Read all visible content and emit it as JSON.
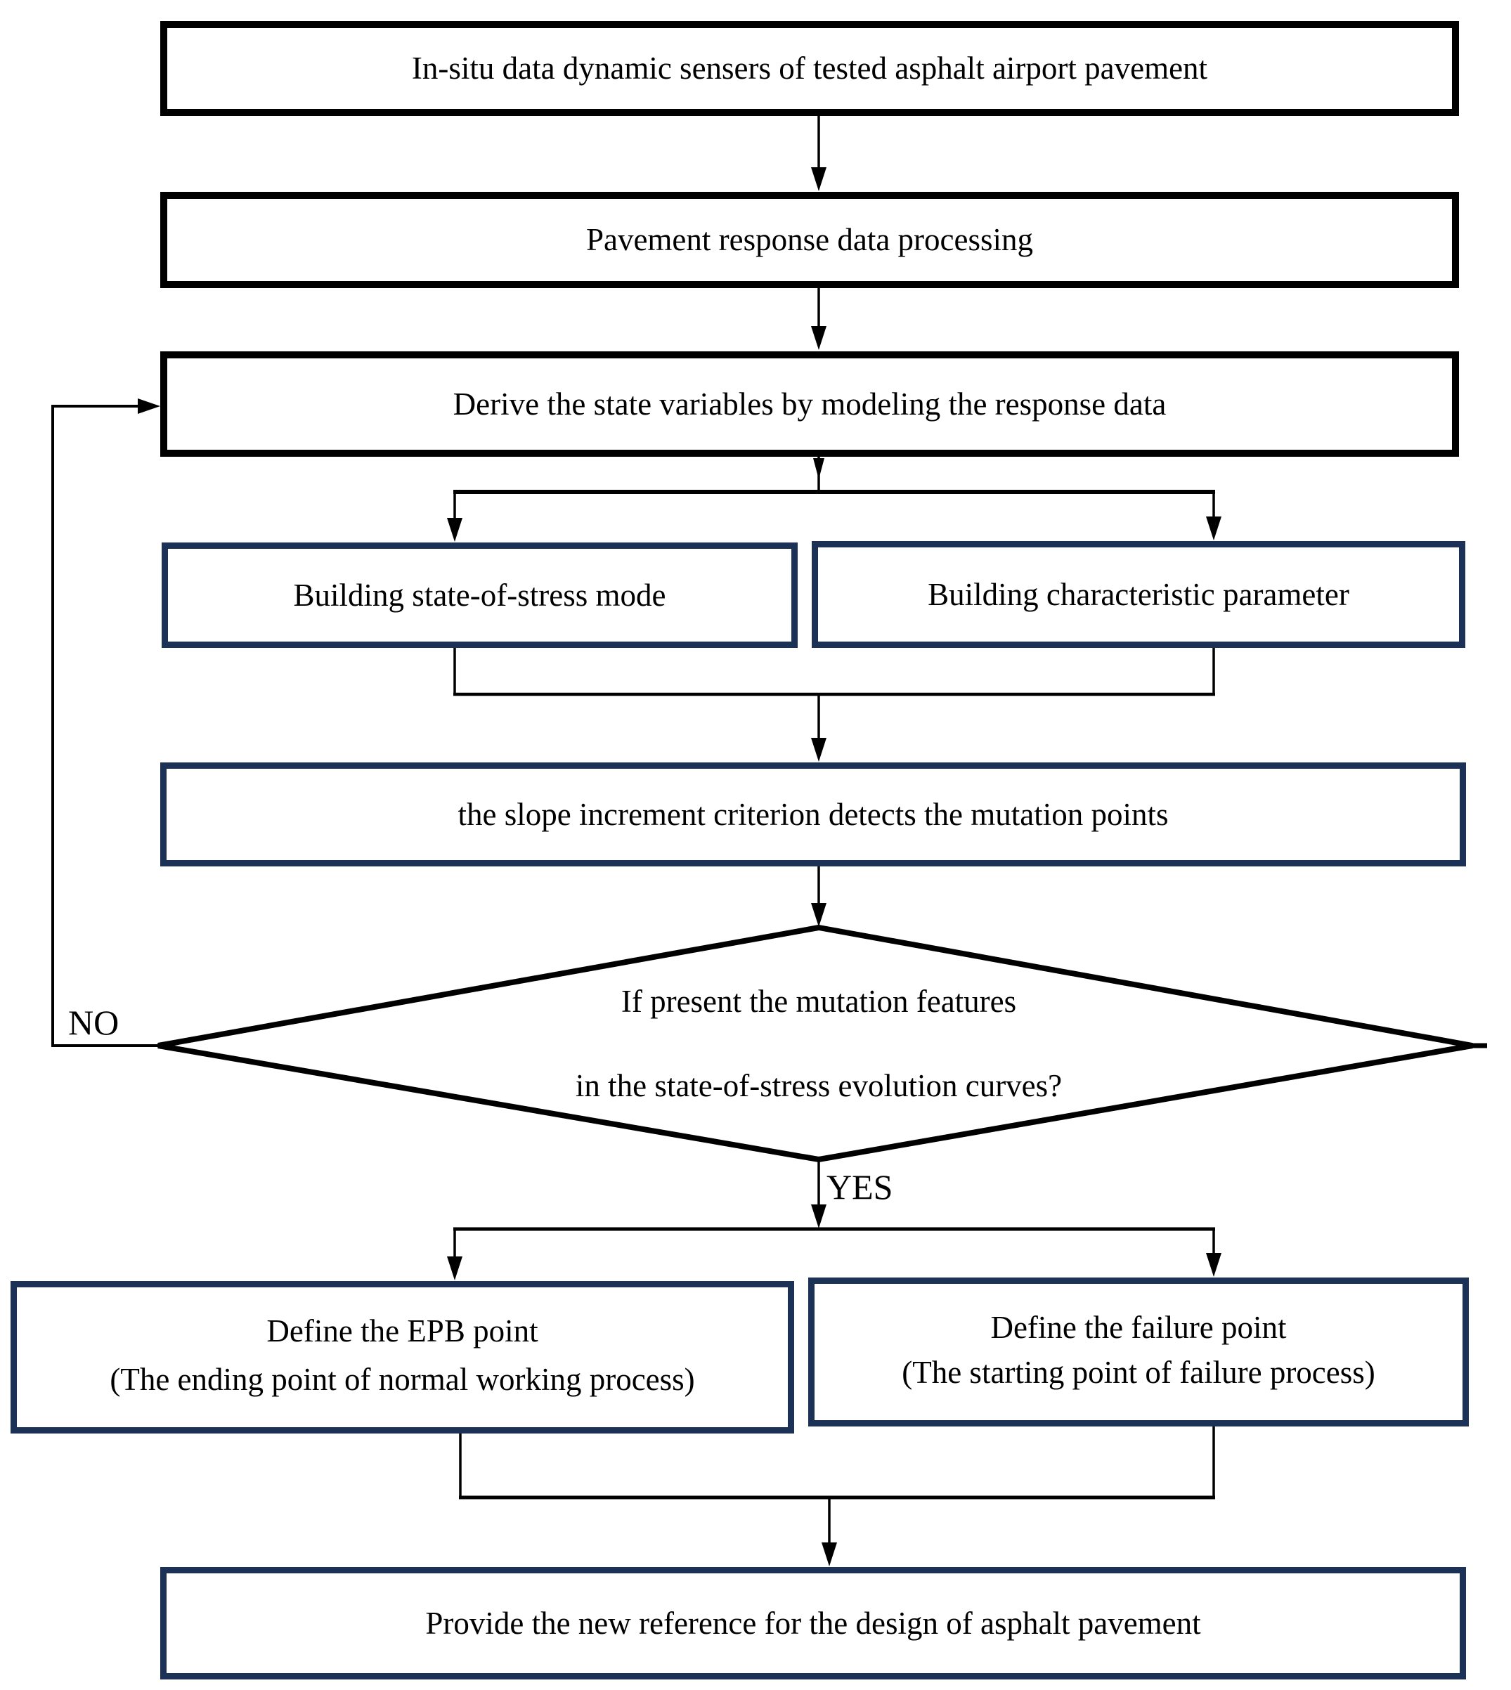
{
  "diagram": {
    "colors": {
      "navy": "#1c3156",
      "black": "#000000",
      "background": "#ffffff",
      "text": "#000000"
    },
    "nodes": {
      "insitu": "In-situ data dynamic sensers of tested asphalt airport pavement",
      "processing": "Pavement response data processing",
      "derive": "Derive the state variables by modeling the response data",
      "stress_mode": "Building state-of-stress mode",
      "char_param": "Building characteristic parameter",
      "slope": "the slope increment criterion detects the mutation points",
      "epb": {
        "line1": "Define the EPB point",
        "line2": "(The ending point of normal working process)"
      },
      "failure": {
        "line1": "Define the failure point",
        "line2": "(The starting point of failure process)"
      },
      "provide": "Provide the new reference for the design of asphalt pavement"
    },
    "decision": {
      "line1": "If present the mutation features",
      "line2": "in the state-of-stress evolution curves?"
    },
    "labels": {
      "no": "NO",
      "yes": "YES"
    }
  }
}
